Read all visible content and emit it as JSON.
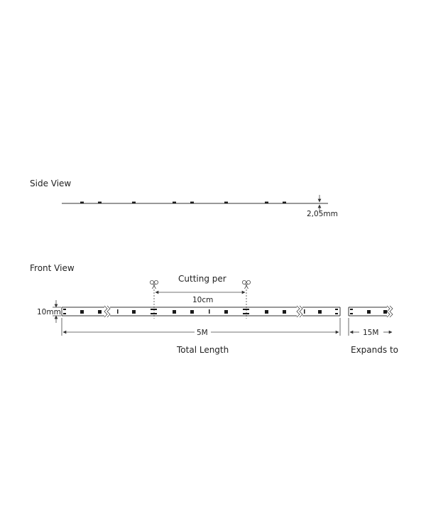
{
  "side_view": {
    "title": "Side View",
    "thickness_label": "2,05mm"
  },
  "front_view": {
    "title": "Front View",
    "cutting_label": "Cutting per",
    "cut_interval_label": "10cm",
    "width_label": "10mm",
    "length_label": "5M",
    "total_length_label": "Total Length",
    "expand_length_label": "15M",
    "expands_label": "Expands to",
    "scissors_icon": "scissors-icon"
  },
  "colors": {
    "line": "#333333",
    "chip": "#1a1a1a",
    "background": "#ffffff"
  }
}
